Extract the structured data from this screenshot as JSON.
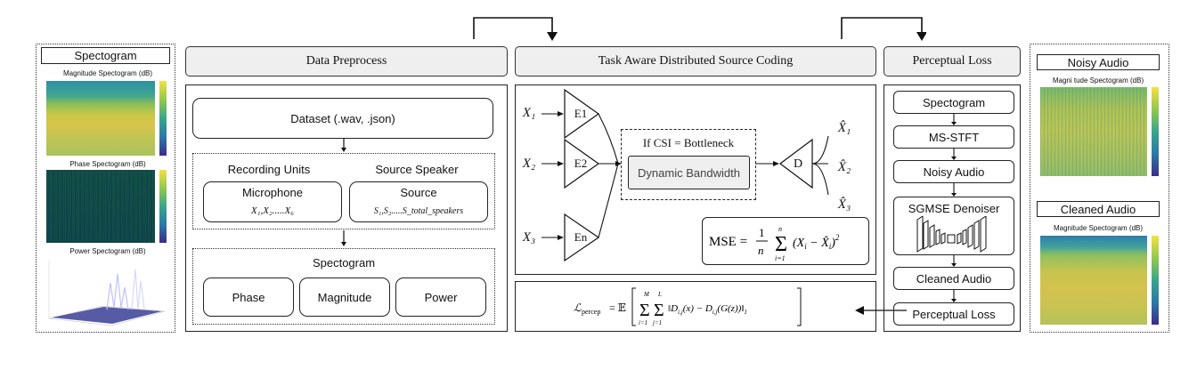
{
  "left_panel": {
    "title": "Spectogram",
    "mag_title": "Magnitude Spectogram (dB)",
    "phase_title": "Phase Spectogram (dB)",
    "power_title": "Power Spectogram (dB)"
  },
  "headers": {
    "preprocess": "Data Preprocess",
    "coding": "Task Aware Distributed Source Coding",
    "perceptual": "Perceptual Loss"
  },
  "preprocess": {
    "dataset": "Dataset (.wav, .json)",
    "recording_units": "Recording Units",
    "source_speaker": "Source Speaker",
    "microphone": "Microphone",
    "microphone_vars": "X₁,X₂.....X₆",
    "source": "Source",
    "source_vars": "S₁,S₂.....S_total_speakers",
    "spectogram": "Spectogram",
    "phase": "Phase",
    "magnitude": "Magnitude",
    "power": "Power"
  },
  "coding": {
    "x1": "X₁",
    "x2": "X₂",
    "x3": "X₃",
    "e1": "E1",
    "e2": "E2",
    "en": "En",
    "csi": "If CSI = Bottleneck",
    "dynamic": "Dynamic Bandwidth",
    "decoder": "D",
    "xhat1": "X̂₁",
    "xhat2": "X̂₂",
    "xhat3": "X̂₃",
    "mse": "MSE = (1/n) Σ_{i=1}^{n} (X_i − X̂_i)²",
    "lpercep": "L_percep = E[ Σ_{i=1}^{M} Σ_{j=1}^{L} ||D_{i,j}(x) − D_{i,j}(G(z))||₁ ]"
  },
  "perceptual": {
    "steps": [
      "Spectogram",
      "MS-STFT",
      "Noisy Audio",
      "SGMSE Denoiser",
      "Cleaned Audio",
      "Perceptual Loss"
    ]
  },
  "right_panel": {
    "noisy_title": "Noisy Audio",
    "noisy_sub": "Magni tude Spectogram (dB)",
    "cleaned_title": "Cleaned Audio",
    "cleaned_sub": "Magnitude Spectogram (dB)"
  },
  "colors": {
    "viridis_low": "#3b4f9a",
    "viridis_mid": "#3aa58a",
    "viridis_high": "#e8cf4a",
    "header_bg": "#efefef"
  }
}
